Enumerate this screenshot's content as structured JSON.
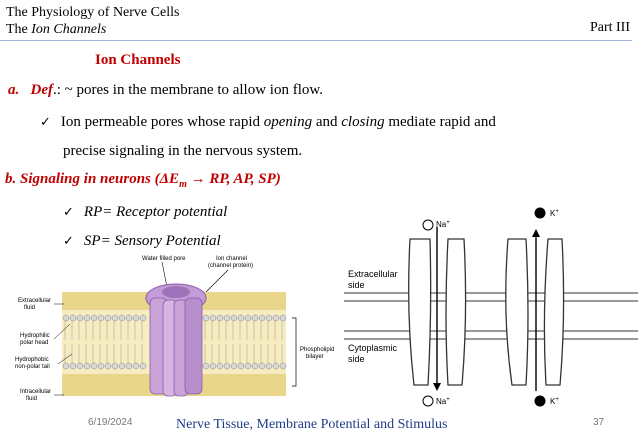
{
  "header": {
    "title": "The Physiology of Nerve Cells",
    "subtitle_prefix": "The ",
    "subtitle_em": "Ion Channels",
    "part": "Part III"
  },
  "slide": {
    "title": "Ion Channels",
    "a_label": "a.",
    "a_def": "Def",
    "a_text": ".: ~ pores in the membrane to allow ion flow.",
    "check_glyph": "✓",
    "check1_pre": "Ion permeable pores whose rapid ",
    "check1_em1": "opening",
    "check1_mid": " and ",
    "check1_em2": "closing",
    "check1_post": " mediate rapid and",
    "check1_cont": "precise signaling in the nervous system.",
    "b_pre": "b. Signaling in neurons (",
    "b_delta": "ΔE",
    "b_sub": "m",
    "b_arrow": " → ",
    "b_post": "RP, AP, SP)",
    "rp": "RP= Receptor potential",
    "sp": "SP= Sensory Potential"
  },
  "figure_left": {
    "water_pore": "Water filled pore",
    "ion_channel_1": "Ion channel",
    "ion_channel_2": "(channel protein)",
    "extracellular_1": "Extracellular",
    "extracellular_2": "fluid",
    "hydrophilic_1": "Hydrophilic",
    "hydrophilic_2": "polar head",
    "hydrophobic_1": "Hydrophobic",
    "hydrophobic_2": "non-polar tail",
    "intracellular_1": "Intracellular",
    "intracellular_2": "fluid",
    "phospholipid_1": "Phospholipid",
    "phospholipid_2": "bilayer"
  },
  "figure_right": {
    "extracellular_1": "Extracellular",
    "extracellular_2": "side",
    "cytoplasmic_1": "Cytoplasmic",
    "cytoplasmic_2": "side",
    "na": "Na",
    "k": "K",
    "plus": "+"
  },
  "footer": {
    "date": "6/19/2024",
    "title": "Nerve Tissue, Membrane Potential and Stimulus",
    "page": "37"
  },
  "colors": {
    "accent_red": "#c00000",
    "footer_blue": "#1f3c88",
    "channel_purple": "#c9a3d8",
    "membrane_yellow": "#f2e4a0"
  }
}
